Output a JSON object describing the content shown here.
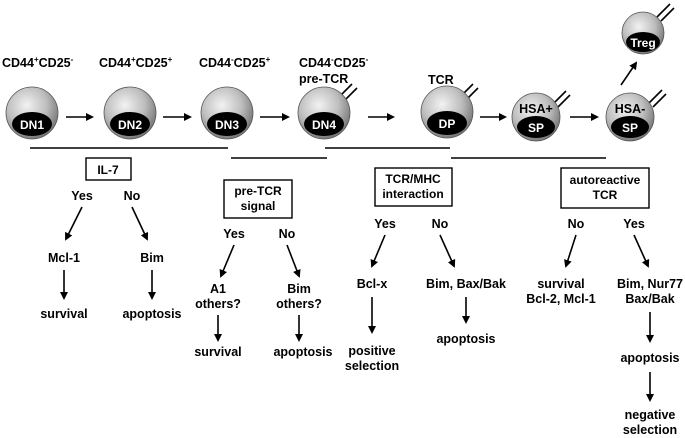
{
  "stages": {
    "dn1": {
      "label": "DN1",
      "marker": "CD44+CD25-",
      "m1": "CD44",
      "s1": "+",
      "m2": "CD25",
      "s2": "-"
    },
    "dn2": {
      "label": "DN2",
      "marker": "CD44+CD25+",
      "m1": "CD44",
      "s1": "+",
      "m2": "CD25",
      "s2": "+"
    },
    "dn3": {
      "label": "DN3",
      "marker": "CD44-CD25+",
      "m1": "CD44",
      "s1": "-",
      "m2": "CD25",
      "s2": "+"
    },
    "dn4": {
      "label": "DN4",
      "marker": "CD44-CD25-",
      "m1": "CD44",
      "s1": "-",
      "m2": "CD25",
      "s2": "-",
      "receptor": "pre-TCR"
    },
    "dp": {
      "label": "DP",
      "receptor": "TCR"
    },
    "sp_hsa_pos": {
      "label_top": "HSA+",
      "label_bottom": "SP"
    },
    "sp_hsa_neg": {
      "label_top": "HSA-",
      "label_bottom": "SP"
    },
    "treg": {
      "label": "Treg"
    }
  },
  "checkpoints": {
    "il7": {
      "title": "IL-7",
      "yes": "Yes",
      "no": "No",
      "yes_mediator": "Mcl-1",
      "no_mediator": "Bim",
      "yes_outcome": "survival",
      "no_outcome": "apoptosis"
    },
    "pretcr": {
      "title_line1": "pre-TCR",
      "title_line2": "signal",
      "yes": "Yes",
      "no": "No",
      "yes_mediator_line1": "A1",
      "yes_mediator_line2": "others?",
      "no_mediator_line1": "Bim",
      "no_mediator_line2": "others?",
      "yes_outcome": "survival",
      "no_outcome": "apoptosis"
    },
    "tcrmhc": {
      "title_line1": "TCR/MHC",
      "title_line2": "interaction",
      "yes": "Yes",
      "no": "No",
      "yes_mediator": "Bcl-x",
      "no_mediator": "Bim, Bax/Bak",
      "yes_outcome_line1": "positive",
      "yes_outcome_line2": "selection",
      "no_outcome": "apoptosis"
    },
    "autoreactive": {
      "title_line1": "autoreactive",
      "title_line2": "TCR",
      "no": "No",
      "yes": "Yes",
      "no_outcome_line1": "survival",
      "no_outcome_line2": "Bcl-2, Mcl-1",
      "yes_mediator_line1": "Bim, Nur77",
      "yes_mediator_line2": "Bax/Bak",
      "yes_outcome": "apoptosis",
      "yes_final_line1": "negative",
      "yes_final_line2": "selection"
    }
  }
}
